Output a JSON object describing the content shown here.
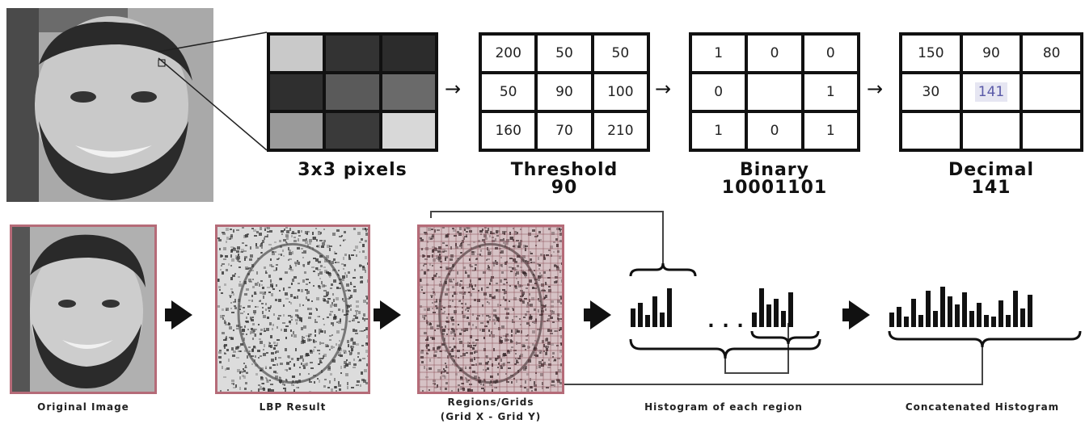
{
  "pixels_3x3": {
    "caption": "3x3 pixels",
    "shades": [
      "#c9c9c9",
      "#333333",
      "#2c2c2c",
      "#2f2f2f",
      "#5a5a5a",
      "#6a6a6a",
      "#9a9a9a",
      "#3a3a3a",
      "#d8d8d8"
    ]
  },
  "threshold": {
    "caption": "Threshold",
    "value": "90",
    "cells": [
      "200",
      "50",
      "50",
      "50",
      "90",
      "100",
      "160",
      "70",
      "210"
    ]
  },
  "binary": {
    "caption": "Binary",
    "value": "10001101",
    "cells": [
      "1",
      "0",
      "0",
      "0",
      "",
      "1",
      "1",
      "0",
      "1"
    ]
  },
  "decimal": {
    "caption": "Decimal",
    "value": "141",
    "cells": [
      "150",
      "90",
      "80",
      "30",
      "141",
      "",
      "",
      "",
      ""
    ],
    "highlight_color": "#5a5aa8"
  },
  "pipeline": {
    "original": "Original Image",
    "lbp": "LBP Result",
    "regions_line1": "Regions/Grids",
    "regions_line2": "(Grid X - Grid Y)",
    "hist_each": "Histogram of each region",
    "hist_concat": "Concatenated Histogram",
    "ellipsis": ". . ."
  },
  "histograms": {
    "region_a": [
      0.45,
      0.6,
      0.3,
      0.75,
      0.35,
      0.95
    ],
    "region_b": [
      0.35,
      0.95,
      0.55,
      0.7,
      0.4,
      0.85
    ],
    "concat": [
      0.35,
      0.5,
      0.25,
      0.7,
      0.3,
      0.9,
      0.4,
      1.0,
      0.75,
      0.55,
      0.85,
      0.4,
      0.6,
      0.3,
      0.25,
      0.65,
      0.3,
      0.9,
      0.45,
      0.8
    ]
  },
  "colors": {
    "frame": "#b56b78",
    "ink": "#111111"
  }
}
